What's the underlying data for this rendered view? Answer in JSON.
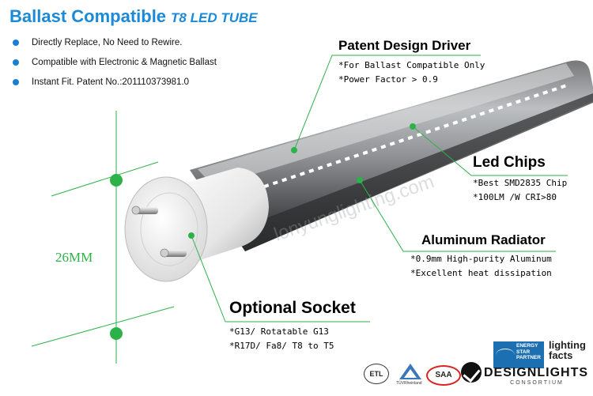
{
  "header": {
    "title": "Ballast Compatible",
    "subtitle": "T8 LED TUBE"
  },
  "features": [
    "Directly Replace, No Need to Rewire.",
    "Compatible with Electronic & Magnetic Ballast",
    "Instant Fit. Patent No.:201110373981.0"
  ],
  "callouts": {
    "driver": {
      "title": "Patent Design Driver",
      "lines": [
        "*For Ballast Compatible Only",
        "*Power Factor > 0.9"
      ]
    },
    "chips": {
      "title": "Led Chips",
      "lines": [
        "*Best SMD2835 Chip",
        "*100LM /W  CRI>80"
      ]
    },
    "radiator": {
      "title": "Aluminum Radiator",
      "lines": [
        "*0.9mm High-purity Aluminum",
        "*Excellent heat dissipation"
      ]
    },
    "socket": {
      "title": "Optional Socket",
      "lines": [
        "*G13/ Rotatable G13",
        "*R17D/ Fa8/ T8 to T5"
      ]
    }
  },
  "dimension": "26MM",
  "logos": {
    "energy_star": "ENERGY STAR PARTNER",
    "lighting_facts": "lighting facts",
    "designlights": "DESIGNLIGHTS",
    "consortium": "CONSORTIUM",
    "saa": "SAA",
    "tuv": "TÜVRheinland",
    "etl": "ETL"
  },
  "colors": {
    "title_blue": "#1a8ad8",
    "callout_green": "#2db24a",
    "bullet_blue": "#1a7fd0",
    "energy_star_blue": "#1c6fb0"
  }
}
